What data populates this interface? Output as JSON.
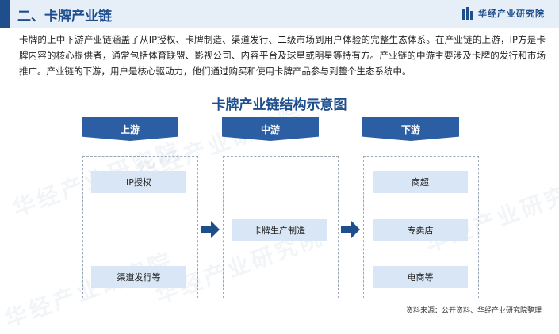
{
  "header": {
    "title": "二、卡牌产业链",
    "brand_name": "华经产业研究院",
    "brand_color": "#1f4e8c",
    "logo_icon": "bar-logo-icon"
  },
  "intro": {
    "text": "卡牌的上中下游产业链涵盖了从IP授权、卡牌制造、渠道发行、二级市场到用户体验的完整生态体系。在产业链的上游，IP方是卡牌内容的核心提供者，通常包括体育联盟、影视公司、内容平台及球星或明星等持有方。产业链的中游主要涉及卡牌的发行和市场推广。产业链的下游，用户是核心驱动力，他们通过购买和使用卡牌产品参与到整个生态系统中。"
  },
  "diagram": {
    "title": "卡牌产业链结构示意图",
    "stages": [
      {
        "label": "上游",
        "items": [
          "IP授权",
          "渠道发行等"
        ]
      },
      {
        "label": "中游",
        "items": [
          "卡牌生产制造"
        ]
      },
      {
        "label": "下游",
        "items": [
          "商超",
          "专卖店",
          "电商等"
        ]
      }
    ],
    "colors": {
      "stage_header": "#2b5ea3",
      "item_fill": "#d9e6f5",
      "arrow": "#1f4e8c"
    }
  },
  "watermark": {
    "text": "华经产业研究院"
  },
  "footer": {
    "source": "资料来源：公开资料、华经产业研究院整理"
  }
}
